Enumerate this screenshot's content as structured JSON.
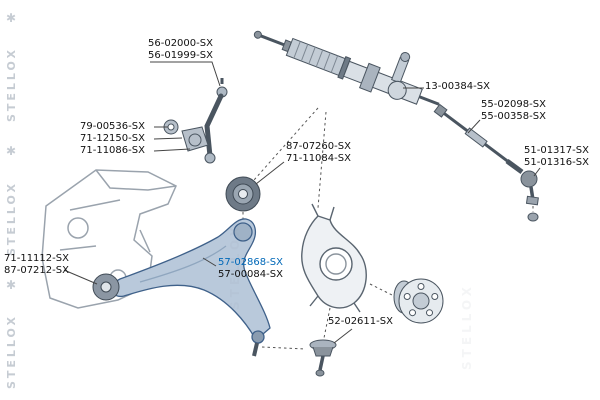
{
  "watermark": {
    "text": "STELLOX",
    "star": "✱"
  },
  "labels": {
    "stabilizer_link": {
      "lines": [
        "56-02000-SX",
        "56-01999-SX"
      ]
    },
    "steering_rack": {
      "lines": [
        "13-00384-SX"
      ]
    },
    "inner_tie_rod": {
      "lines": [
        "55-02098-SX",
        "55-00358-SX"
      ]
    },
    "tie_rod_end": {
      "lines": [
        "51-01317-SX",
        "51-01316-SX"
      ]
    },
    "stabilizer_bushings": {
      "lines": [
        "79-00536-SX",
        "71-12150-SX",
        "71-11086-SX"
      ]
    },
    "rear_arm_bushing": {
      "lines": [
        "87-07260-SX",
        "71-11084-SX"
      ]
    },
    "control_arm": {
      "lines": [
        "57-02868-SX",
        "57-00084-SX"
      ],
      "highlighted_part": "57-02868-SX"
    },
    "front_arm_bushing": {
      "lines": [
        "71-11112-SX",
        "87-07212-SX"
      ]
    },
    "ball_joint": {
      "lines": [
        "52-02611-SX"
      ]
    }
  },
  "colors": {
    "highlight_blue": "#0068b8",
    "label_text": "#111111",
    "watermark_gray": "#c6ccd3"
  }
}
